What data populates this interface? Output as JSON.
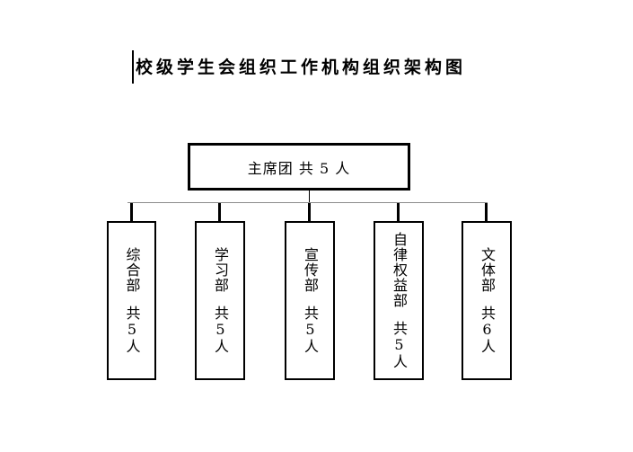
{
  "title": "校级学生会组织工作机构组织架构图",
  "org_chart": {
    "root": {
      "label": "主席团 共 5 人"
    },
    "departments": [
      {
        "name": "综合部",
        "count": "共5人"
      },
      {
        "name": "学习部",
        "count": "共5人"
      },
      {
        "name": "宣传部",
        "count": "共5人"
      },
      {
        "name": "自律权益部",
        "count": "共5人"
      },
      {
        "name": "文体部",
        "count": "共6人"
      }
    ]
  },
  "colors": {
    "background": "#ffffff",
    "box_border": "#000000",
    "text": "#000000",
    "rail_line": "#8c8c8c"
  }
}
